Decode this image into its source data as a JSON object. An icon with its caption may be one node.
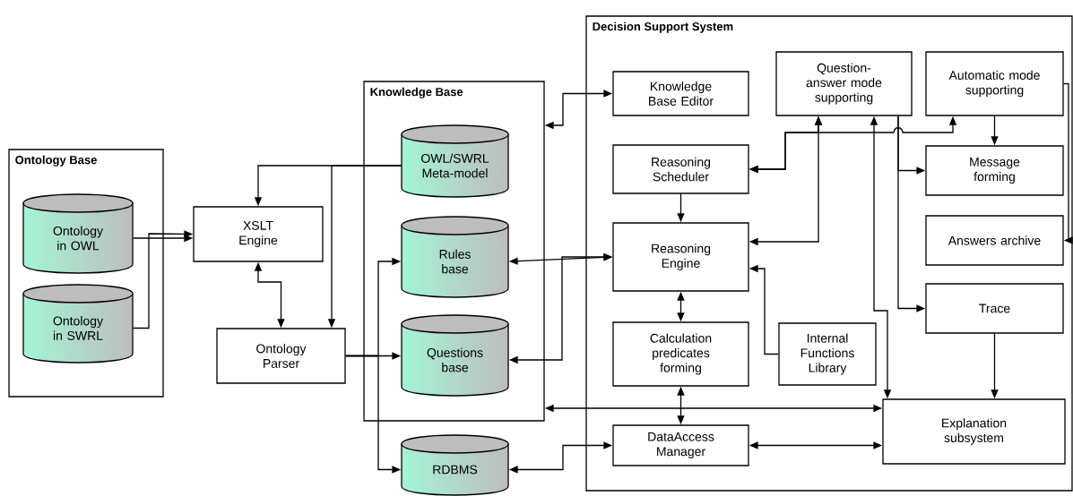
{
  "diagram": {
    "nodes": [
      {
        "text": [
          "Ontology Base"
        ]
      },
      {
        "text": [
          "Ontology in OWL"
        ],
        "in": 0
      },
      {
        "text": [
          "Ontology in SWRL"
        ],
        "in": 0
      },
      {
        "text": [
          "XSLT Engine"
        ]
      },
      {
        "text": [
          "Ontology Parser"
        ]
      },
      {
        "text": [
          "Knowledge Base"
        ]
      },
      {
        "text": [
          "OWL/SWRL Meta-model"
        ],
        "in": 5
      },
      {
        "text": [
          "Rules base"
        ],
        "in": 5
      },
      {
        "text": [
          "Questions base"
        ],
        "in": 5
      },
      {
        "text": [
          "RDBMS"
        ]
      },
      {
        "text": [
          "Decision Support System"
        ]
      },
      {
        "text": [
          "Knowledge Base Editor"
        ],
        "in": 10
      },
      {
        "text": [
          "Question- answer mode supporting"
        ],
        "in": 10
      },
      {
        "text": [
          "Automatic mode supporting"
        ],
        "in": 10
      },
      {
        "text": [
          "Reasoning Scheduler"
        ],
        "in": 10
      },
      {
        "text": [
          "Message forming"
        ],
        "in": 10
      },
      {
        "text": [
          "Reasoning Engine"
        ],
        "in": 10
      },
      {
        "text": [
          "Answers archive"
        ],
        "in": 10
      },
      {
        "text": [
          "Calculation predicates forming"
        ],
        "in": 10
      },
      {
        "text": [
          "Internal Functions Library"
        ],
        "in": 10
      },
      {
        "text": [
          "Trace"
        ],
        "in": 10
      },
      {
        "text": [
          "Explanation subsystem"
        ],
        "in": 10
      },
      {
        "text": [
          "DataAccess Manager"
        ],
        "in": 10
      }
    ],
    "edges": [
      {
        "from": 1,
        "to": 3,
        "arrow": "to"
      },
      {
        "from": 2,
        "to": 3,
        "arrow": "to"
      },
      {
        "from": 6,
        "to": 3,
        "arrow": "to"
      },
      {
        "from": 6,
        "to": 4,
        "arrow": "to"
      },
      {
        "from": 3,
        "to": 4,
        "arrow": "both"
      },
      {
        "from": 4,
        "to": 8,
        "arrow": "to"
      },
      {
        "from": 4,
        "to": 7,
        "arrow": "to"
      },
      {
        "from": 4,
        "to": 9,
        "arrow": "to"
      },
      {
        "from": 16,
        "to": 7,
        "arrow": "both"
      },
      {
        "from": 16,
        "to": 8,
        "arrow": "both"
      },
      {
        "from": 11,
        "to": 5,
        "arrow": "both"
      },
      {
        "from": 22,
        "to": 9,
        "arrow": "both"
      },
      {
        "from": 5,
        "to": 21,
        "arrow": "both"
      },
      {
        "from": 14,
        "to": 16,
        "arrow": "to"
      },
      {
        "from": 16,
        "to": 18,
        "arrow": "both"
      },
      {
        "from": 18,
        "to": 22,
        "arrow": "both"
      },
      {
        "from": 22,
        "to": 21,
        "arrow": "both"
      },
      {
        "from": 19,
        "to": 16,
        "arrow": "to"
      },
      {
        "from": 12,
        "to": 16,
        "arrow": "both"
      },
      {
        "from": 12,
        "to": 14,
        "arrow": "both"
      },
      {
        "from": 13,
        "to": 14,
        "arrow": "both"
      },
      {
        "from": 12,
        "to": 21,
        "arrow": "both"
      },
      {
        "from": 12,
        "to": 15,
        "arrow": "to"
      },
      {
        "from": 12,
        "to": 20,
        "arrow": "to"
      },
      {
        "from": 13,
        "to": 15,
        "arrow": "to"
      },
      {
        "from": 20,
        "to": 21,
        "arrow": "to"
      },
      {
        "from": 13,
        "to": 17,
        "arrow": "to"
      }
    ]
  }
}
